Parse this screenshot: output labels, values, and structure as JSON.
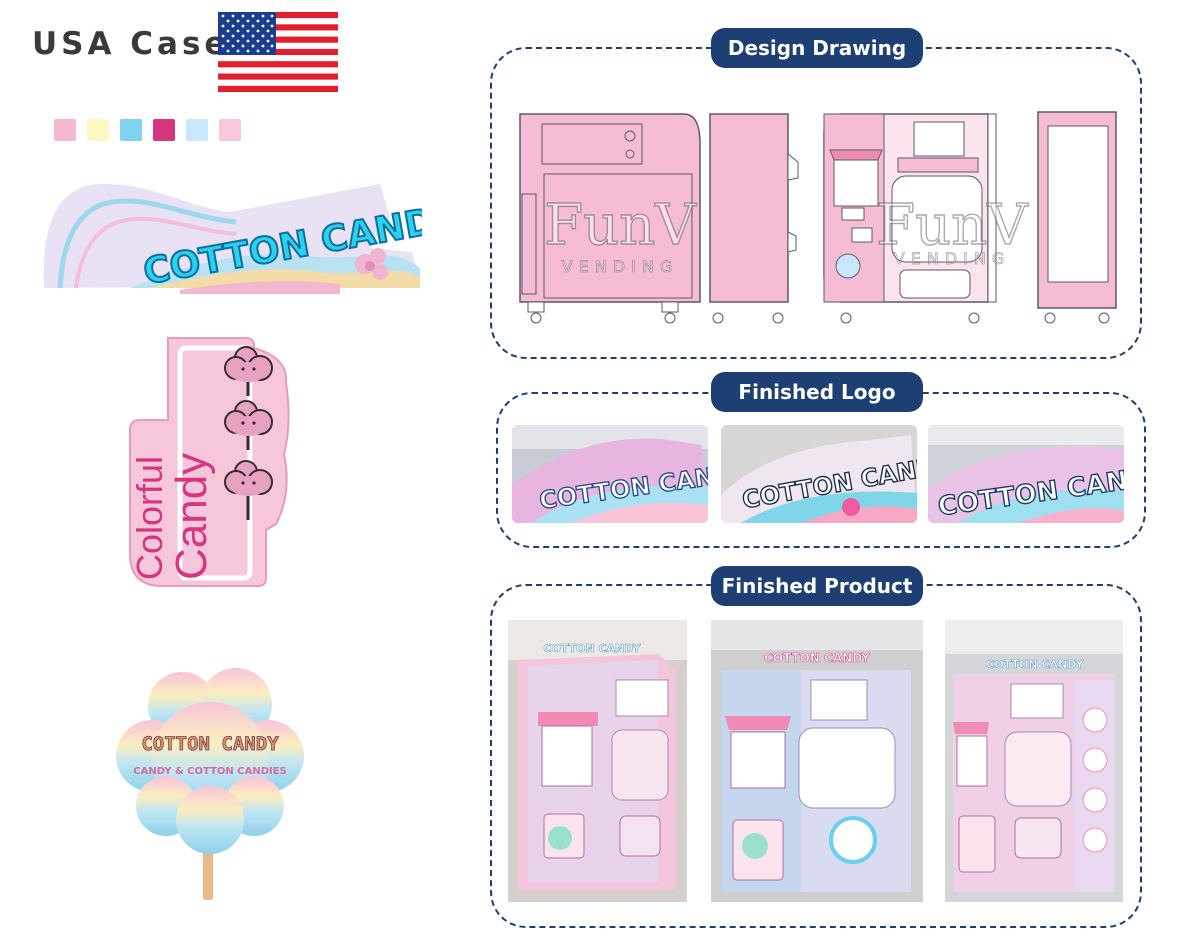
{
  "header": {
    "title": "USA  Case"
  },
  "palette": [
    "#f4b8d0",
    "#fcf8c4",
    "#7dd3f0",
    "#d6357f",
    "#c9e7fa",
    "#f9c8dc"
  ],
  "logos": {
    "cotton_candy_banner": "COTTON CANDY",
    "colorful_candy": [
      "Colorful",
      "Candy"
    ],
    "cloud_title": "COTTON CANDY",
    "cloud_subtitle": "CANDY & COTTON CANDIES"
  },
  "sections": {
    "design_drawing": {
      "title": "Design Drawing",
      "watermark_brand": "FunV",
      "watermark_sub": "VENDING"
    },
    "finished_logo": {
      "title": "Finished Logo",
      "logo_text": "COTTON CANDY"
    },
    "finished_product": {
      "title": "Finished Product",
      "machine_sign": "COTTON CANDY"
    }
  },
  "colors": {
    "navy": "#1e3f74",
    "pink": "#f4b8d0",
    "hot_pink": "#d6357f"
  }
}
